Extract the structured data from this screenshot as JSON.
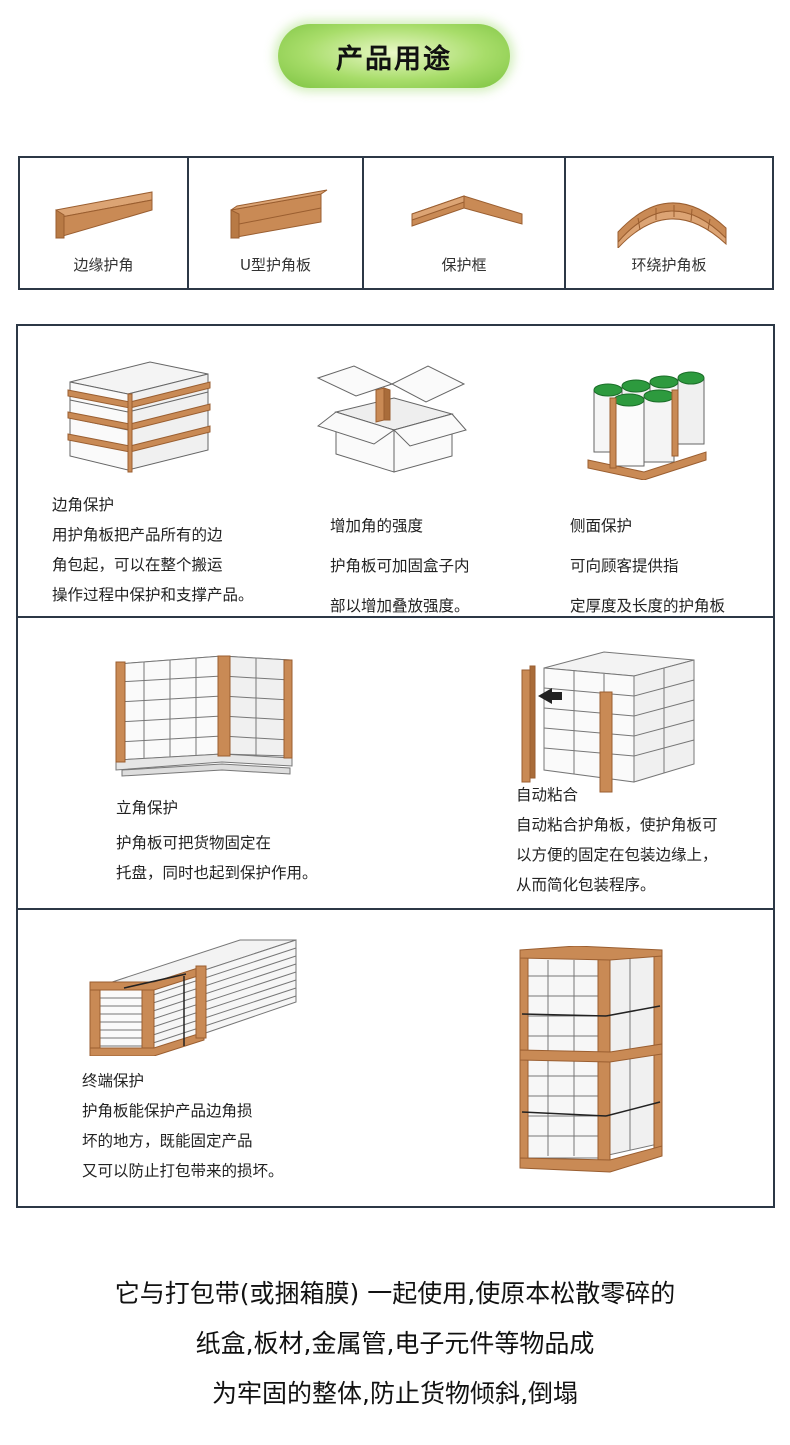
{
  "title": "产品用途",
  "types": [
    {
      "label": "边缘护角",
      "icon": "edge-protector-icon"
    },
    {
      "label": "U型护角板",
      "icon": "u-channel-icon"
    },
    {
      "label": "保护框",
      "icon": "protective-frame-icon"
    },
    {
      "label": "环绕护角板",
      "icon": "wrap-around-icon"
    }
  ],
  "uses": {
    "edge": {
      "title": "边角保护",
      "lines": [
        "用护角板把产品所有的边",
        "角包起，可以在整个搬运",
        "操作过程中保护和支撑产品。"
      ]
    },
    "corner": {
      "title": "增加角的强度",
      "lines": [
        "护角板可加固盒子内",
        "部以增加叠放强度。"
      ]
    },
    "side": {
      "title": "侧面保护",
      "lines": [
        "可向顾客提供指",
        "定厚度及长度的护角板"
      ]
    },
    "vertical": {
      "title": "立角保护",
      "lines": [
        "护角板可把货物固定在",
        "托盘，同时也起到保护作用。"
      ]
    },
    "auto": {
      "title": "自动粘合",
      "lines": [
        "自动粘合护角板，使护角板可",
        "以方便的固定在包装边缘上，",
        "从而简化包装程序。"
      ]
    },
    "end": {
      "title": "终端保护",
      "lines": [
        "护角板能保护产品边角损",
        "坏的地方，既能固定产品",
        "又可以防止打包带来的损坏。"
      ]
    }
  },
  "footer": [
    "它与打包带(或捆箱膜) 一起使用,使原本松散零碎的",
    "纸盒,板材,金属管,电子元件等物品成",
    "为牢固的整体,防止货物倾斜,倒塌"
  ],
  "colors": {
    "kraft": "#c98a55",
    "kraft_dark": "#9a5e30",
    "border": "#2c3846",
    "pill": "#8fd050",
    "label_green": "#2e8b3a"
  }
}
